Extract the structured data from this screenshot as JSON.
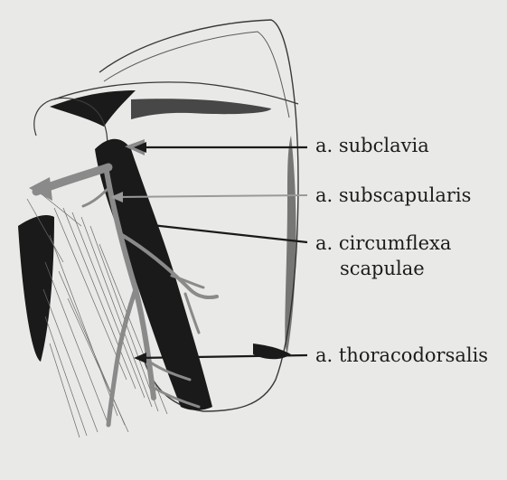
{
  "labels": {
    "subclavia": "a. subclavia",
    "subscapularis": "a. subscapularis",
    "circumflexa_line1": "a. circumflexa",
    "circumflexa_line2": "scapulae",
    "thoracodorsalis": "a. thoracodorsalis"
  },
  "colors": {
    "background": "#e9e9e7",
    "outline": "#3a3a3a",
    "muscle_dark": "#1a1a1a",
    "artery_gray": "#8a8a8a",
    "pointer_dark": "#1a1a1a",
    "pointer_gray": "#9a9a9a"
  }
}
